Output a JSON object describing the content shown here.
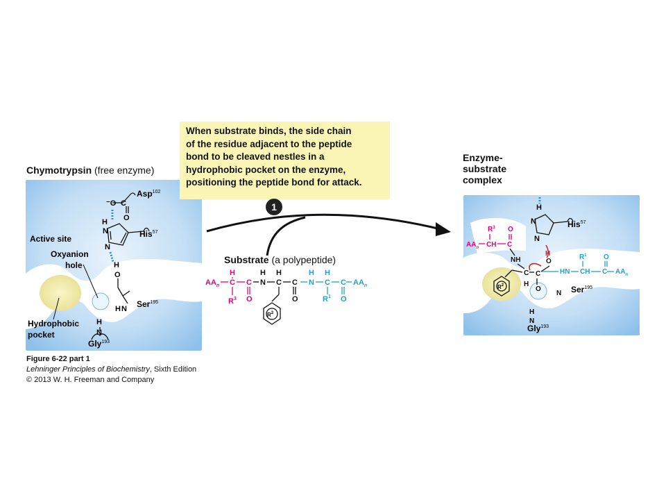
{
  "left_panel": {
    "title": "Chymotrypsin",
    "title_paren": "(free enzyme)",
    "active_site": "Active site",
    "oxyanion_1": "Oxyanion",
    "oxyanion_2": "hole",
    "hydrophobic_1": "Hydrophobic",
    "hydrophobic_2": "pocket",
    "asp": "Asp",
    "asp_num": "102",
    "his": "His",
    "his_num": "57",
    "ser": "Ser",
    "ser_num": "195",
    "gly": "Gly",
    "gly_num": "193"
  },
  "callout": {
    "lines": [
      "When substrate binds, the side chain",
      "of the residue adjacent to the peptide",
      "bond to be cleaved nestles in a",
      "hydrophobic pocket on the enzyme,",
      "positioning the peptide bond for attack."
    ]
  },
  "step_number": "1",
  "substrate": {
    "title": "Substrate",
    "title_paren": "(a polypeptide)",
    "aa": "AA",
    "n_sub": "n",
    "r1": "R",
    "r1_sup": "1",
    "r2": "R",
    "r2_sup": "2",
    "r3": "R",
    "r3_sup": "3"
  },
  "right_panel": {
    "title_lines": [
      "Enzyme-",
      "substrate",
      "complex"
    ]
  },
  "caption": {
    "figure": "Figure 6-22 part 1",
    "book": "Lehninger Principles of Biochemistry",
    "edition": ", Sixth Edition",
    "copyright": "© 2013 W. H. Freeman and Company"
  },
  "colors": {
    "panel_blue": "#a9d0f0",
    "callout_yellow": "#fbf6b6",
    "magenta": "#e4007c",
    "cyan": "#1aa3cc",
    "red_arrow": "#d0202a"
  }
}
